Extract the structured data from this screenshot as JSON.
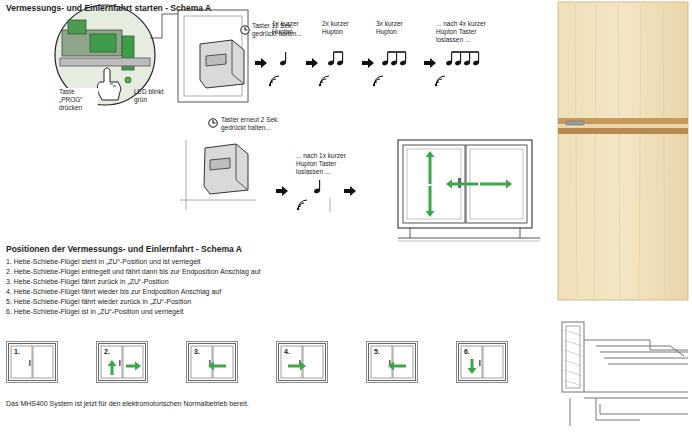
{
  "diagram": {
    "title": "Vermessungs- und Einlernfahrt starten - Schema A",
    "caption": "Das MHS400 System ist jetzt für den elektromotorischen Normalbetrieb bereit.",
    "nodes": [
      {
        "text": [
          "1."
        ]
      },
      {
        "text": [
          "2."
        ]
      },
      {
        "text": [
          "3."
        ]
      },
      {
        "text": [
          "4."
        ]
      },
      {
        "text": [
          "5."
        ]
      },
      {
        "text": [
          "6."
        ]
      }
    ],
    "labels": [
      "Taste „PROG“ drücken",
      "LED blinkt grün",
      "Taster 11 Sek. gedrückt halten...",
      "1x kurzer Hupton",
      "2x kurzer Hupton",
      "3x kurzer Hupton",
      "... nach 4x kurzer Hupton Taster loslassen ...",
      "Taster erneut 2 Sek. gedrückt halten...",
      "... nach 1x kurzer Hupton Taster loslassen ...",
      "Positionen der Vermessungs- und Einlernfahrt - Schema A",
      "1. Hebe-Schiebe-Flügel steht in „ZU“-Position und ist verriegelt",
      "2. Hebe-Schiebe-Flügel entriegelt und fährt dann bis zur Endposition Anschlag auf",
      "3. Hebe-Schiebe-Flügel fährt zurück in „ZU“-Position",
      "4. Hebe-Schiebe-Flügel fährt wieder bis zur Endposition Anschlag auf",
      "5. Hebe-Schiebe-Flügel fährt wieder zurück in „ZU“-Position",
      "6. Hebe-Schiebe-Flügel ist in „ZU“-Position und verriegelt"
    ]
  }
}
